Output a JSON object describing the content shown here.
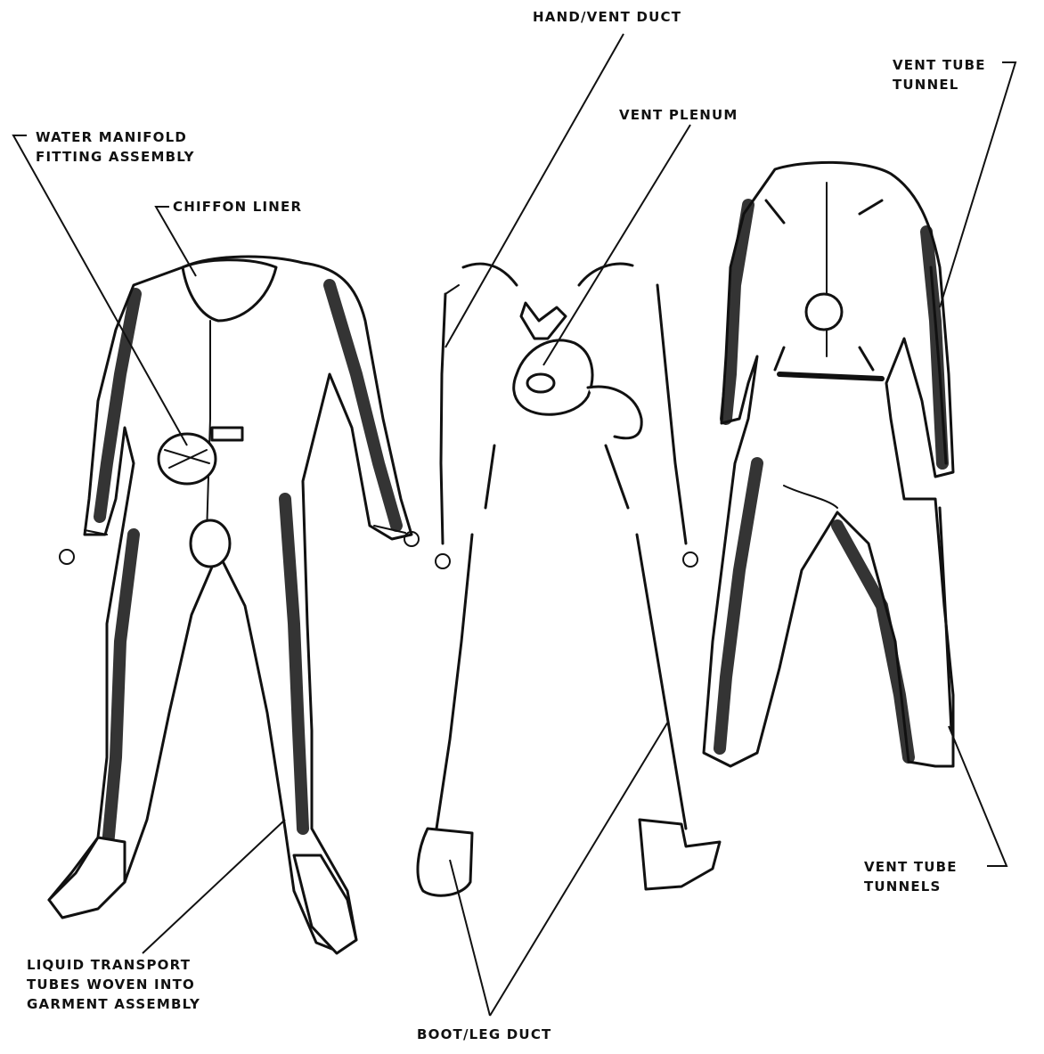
{
  "labels": {
    "hand_vent_duct": "HAND/VENT DUCT",
    "vent_plenum": "VENT PLENUM",
    "vent_tube_tunnel": [
      "VENT TUBE",
      "TUNNEL"
    ],
    "water_manifold": [
      "WATER MANIFOLD",
      "FITTING ASSEMBLY"
    ],
    "chiffon_liner": "CHIFFON LINER",
    "liquid_transport": [
      "LIQUID TRANSPORT",
      "TUBES WOVEN INTO",
      "GARMENT ASSEMBLY"
    ],
    "vent_tube_tunnels": [
      "VENT TUBE",
      "TUNNELS"
    ],
    "boot_leg_duct": "BOOT/LEG DUCT"
  },
  "colors": {
    "ink": "#111111",
    "paper": "#ffffff"
  }
}
